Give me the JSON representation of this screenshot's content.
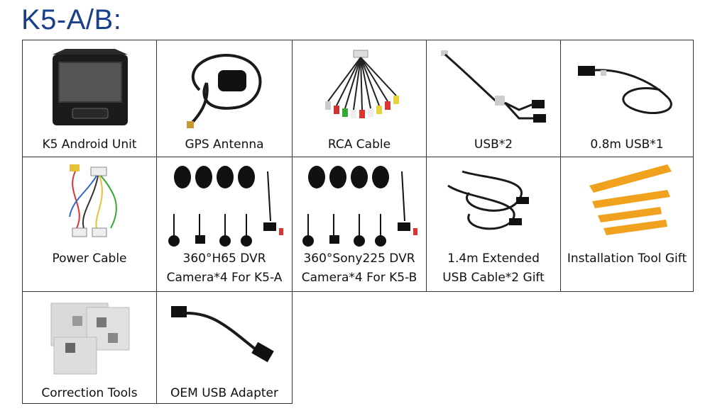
{
  "title": "K5-A/B:",
  "items": [
    {
      "label": "K5 Android Unit",
      "icon": "android-head-unit-icon"
    },
    {
      "label": "GPS Antenna",
      "icon": "gps-antenna-icon"
    },
    {
      "label": "RCA Cable",
      "icon": "rca-cable-icon"
    },
    {
      "label": "USB*2",
      "icon": "usb-cable-icon"
    },
    {
      "label": "0.8m USB*1",
      "icon": "usb-cable-icon"
    },
    {
      "label": "Power Cable",
      "icon": "power-cable-icon"
    },
    {
      "label_line1": "360°H65 DVR",
      "label_line2": "Camera*4 For K5-A",
      "icon": "dvr-camera-set-icon"
    },
    {
      "label_line1": "360°Sony225 DVR",
      "label_line2": "Camera*4 For K5-B",
      "icon": "dvr-camera-set-icon"
    },
    {
      "label_line1": "1.4m Extended",
      "label_line2": "USB Cable*2 Gift",
      "icon": "usb-extension-cable-icon"
    },
    {
      "label": "Installation Tool Gift",
      "icon": "pry-tools-icon"
    },
    {
      "label": "Correction Tools",
      "icon": "calibration-cloth-icon"
    },
    {
      "label": "OEM USB Adapter",
      "icon": "usb-adapter-icon"
    }
  ]
}
